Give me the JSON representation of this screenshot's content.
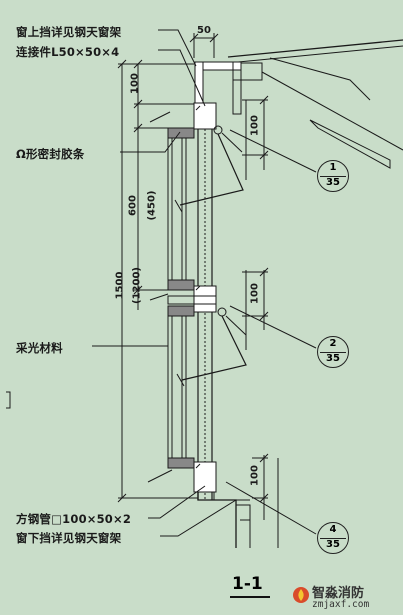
{
  "labels": {
    "top_window": "窗上挡详见钢天窗架",
    "connector": "连接件L50×50×4",
    "omega_seal": "Ω形密封胶条",
    "light_material": "采光材料",
    "steel_tube": "方钢管□100×50×2",
    "bottom_window": "窗下挡详见钢天窗架"
  },
  "dimensions": {
    "d50": "50",
    "d100_left": "100",
    "d600": "600",
    "d450": "(450)",
    "d1500": "1500",
    "d1200": "(1200)",
    "d100_r1": "100",
    "d100_r2": "100",
    "d100_r3": "100"
  },
  "callouts": [
    {
      "top": "1",
      "bottom": "35"
    },
    {
      "top": "2",
      "bottom": "35"
    },
    {
      "top": "4",
      "bottom": "35"
    }
  ],
  "title": "1-1",
  "watermark": {
    "main": "智淼消防",
    "sub": "zmjaxf.com"
  }
}
